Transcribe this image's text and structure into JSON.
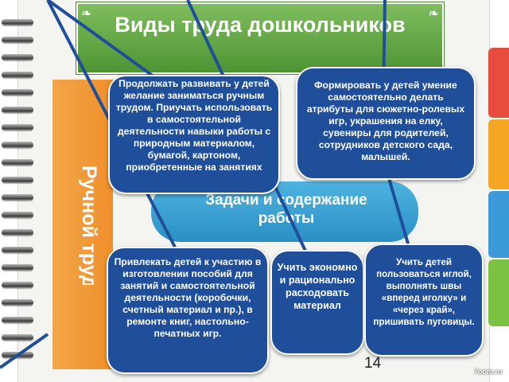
{
  "slide": {
    "title": "Виды труда дошкольников",
    "side_label": "Ручной труд",
    "center_label": "Задачи и содержание работы",
    "callouts": {
      "top_left": "Продолжать развивать у детей желание заниматься ручным трудом. Приучать использовать в самостоятельной деятельности навыки работы с природным материалом, бумагой, картоном, приобретенные на занятиях",
      "top_right": "Формировать у детей умение самостоятельно делать атрибуты для сюжетно-ролевых игр, украшения на елку, сувениры для родителей, сотрудников детского сада, малышей.",
      "bottom_left": "Привлекать детей к участию в изготовлении пособий для занятий и самостоятельной деятельности (коробочки, счетный материал и пр.), в ремонте книг, настольно-печатных игр.",
      "bottom_center": "Учить экономно и рационально расходовать материал",
      "bottom_right": "Учить детей пользоваться иглой, выполнять швы «вперед иголку» и «через край», пришивать пуговицы."
    },
    "page_number": "14",
    "watermark": "7oom.ru"
  },
  "colors": {
    "title_green": "#5aa33c",
    "side_orange": "#f29a36",
    "center_blue": "#3aa3d6",
    "callout_navy": "#1f4f9a",
    "tabs": [
      "#e84c3d",
      "#f5a623",
      "#3b9ad9",
      "#7cc242"
    ]
  },
  "icons": [
    "spiral-binding-icon",
    "pointer-line-icon",
    "curl-ornament-icon"
  ]
}
